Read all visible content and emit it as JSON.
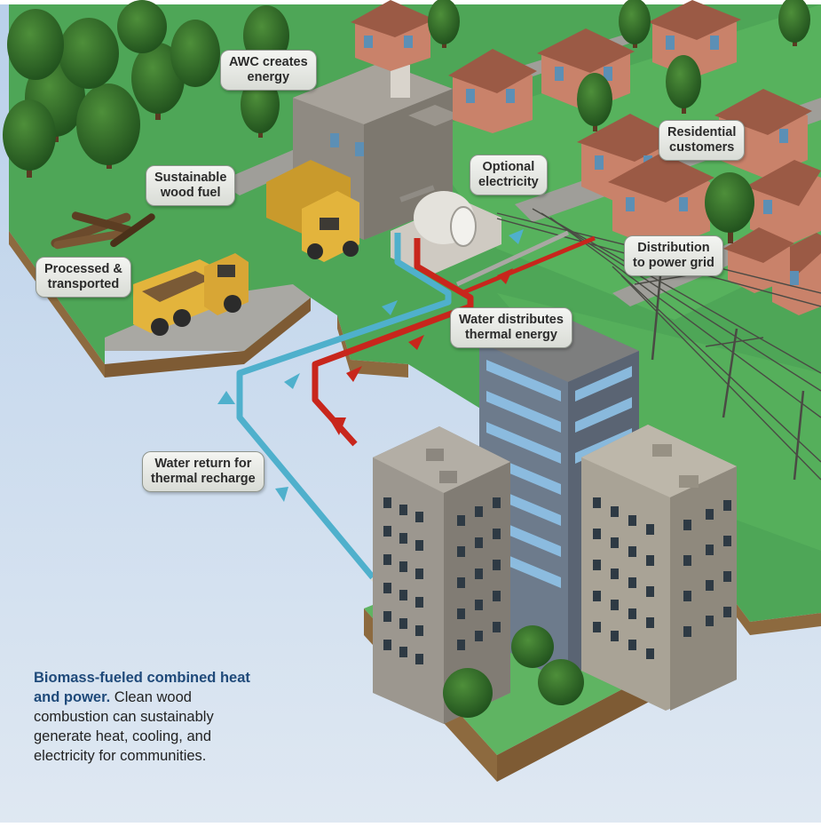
{
  "callouts": {
    "awc": [
      "AWC creates",
      "energy"
    ],
    "wood_fuel": [
      "Sustainable",
      "wood fuel"
    ],
    "processed": [
      "Processed &",
      "transported"
    ],
    "electricity": [
      "Optional",
      "electricity"
    ],
    "residential": [
      "Residential",
      "customers"
    ],
    "distribution": [
      "Distribution",
      "to power grid"
    ],
    "water_distributes": [
      "Water distributes",
      "thermal energy"
    ],
    "water_return": [
      "Water return for",
      "thermal recharge"
    ]
  },
  "caption": {
    "title": "Biomass-fueled combined heat and power.",
    "body": "Clean wood combustion can sustainably generate heat, cooling, and electricity for communities."
  },
  "colors": {
    "sky": "#c9dbee",
    "grass": "#4fa85a",
    "hot_pipe": "#c8261c",
    "cold_pipe": "#4fb0cc",
    "caption_title": "#1f4a7a"
  }
}
